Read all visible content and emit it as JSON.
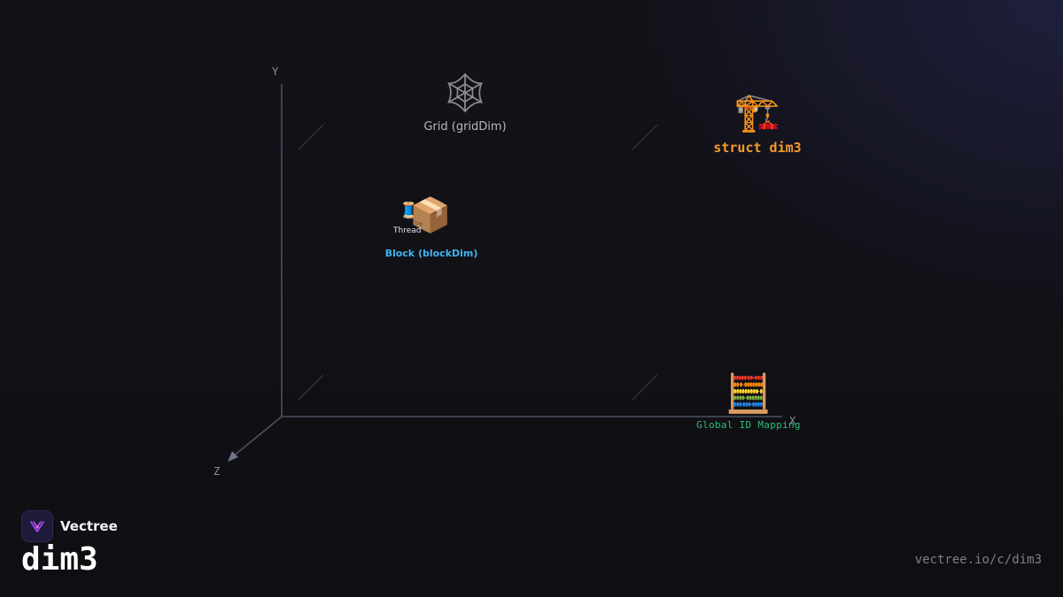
{
  "axes": {
    "x_label": "X",
    "y_label": "Y",
    "z_label": "Z"
  },
  "nodes": {
    "grid": {
      "label": "Grid (gridDim)",
      "icon": "spider-web-icon",
      "glyph": "🕸"
    },
    "dim3": {
      "label": "struct dim3",
      "icon": "construction-crane-icon",
      "glyph": "🏗️",
      "color": "#f39c2a"
    },
    "block": {
      "label": "Block (blockDim)",
      "icon": "package-icon",
      "glyph": "📦",
      "color": "#3fb4f0",
      "thread": {
        "label": "Thread",
        "icon": "thread-spool-icon",
        "glyph": "🧵"
      }
    },
    "global_id": {
      "label": "Global ID Mapping",
      "icon": "abacus-icon",
      "glyph": "🧮",
      "color": "#2fbf78"
    }
  },
  "brand": {
    "name": "Vectree",
    "logo_icon": "vectree-logo-icon"
  },
  "title": "dim3",
  "url": "vectree.io/c/dim3"
}
